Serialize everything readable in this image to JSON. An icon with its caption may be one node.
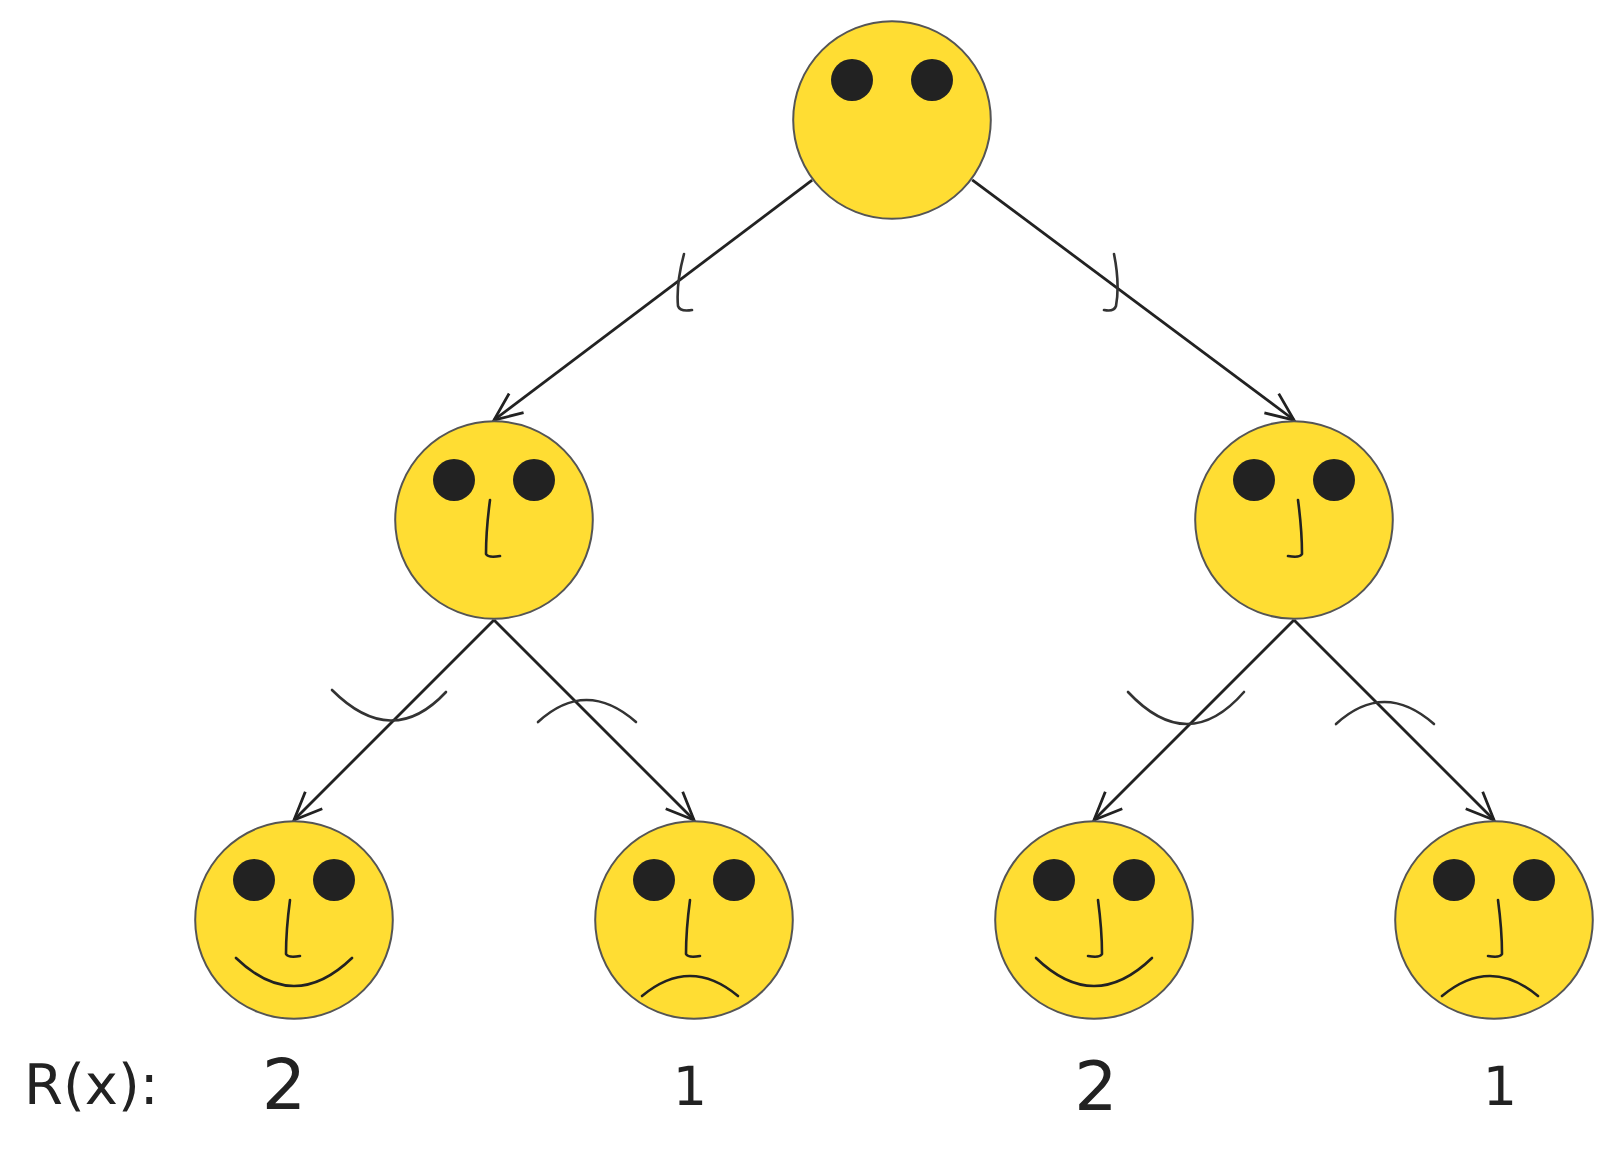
{
  "diagram": {
    "nodes": [
      {
        "text": [],
        "shape": "circle"
      },
      {
        "text": [],
        "shape": "circle"
      },
      {
        "text": [],
        "shape": "circle"
      },
      {
        "text": [],
        "shape": "circle",
        "beside": [
          "2"
        ]
      },
      {
        "text": [],
        "shape": "circle",
        "beside": [
          "1"
        ]
      },
      {
        "text": [],
        "shape": "circle",
        "beside": [
          "2"
        ]
      },
      {
        "text": [],
        "shape": "circle",
        "beside": [
          "1"
        ]
      }
    ],
    "edges": [
      {
        "from": 0,
        "to": 1,
        "arrow": "to"
      },
      {
        "from": 0,
        "to": 2,
        "arrow": "to"
      },
      {
        "from": 1,
        "to": 3,
        "arrow": "to"
      },
      {
        "from": 1,
        "to": 4,
        "arrow": "to"
      },
      {
        "from": 2,
        "to": 5,
        "arrow": "to"
      },
      {
        "from": 2,
        "to": 6,
        "arrow": "to"
      }
    ],
    "labels": [
      "R(x):"
    ]
  }
}
